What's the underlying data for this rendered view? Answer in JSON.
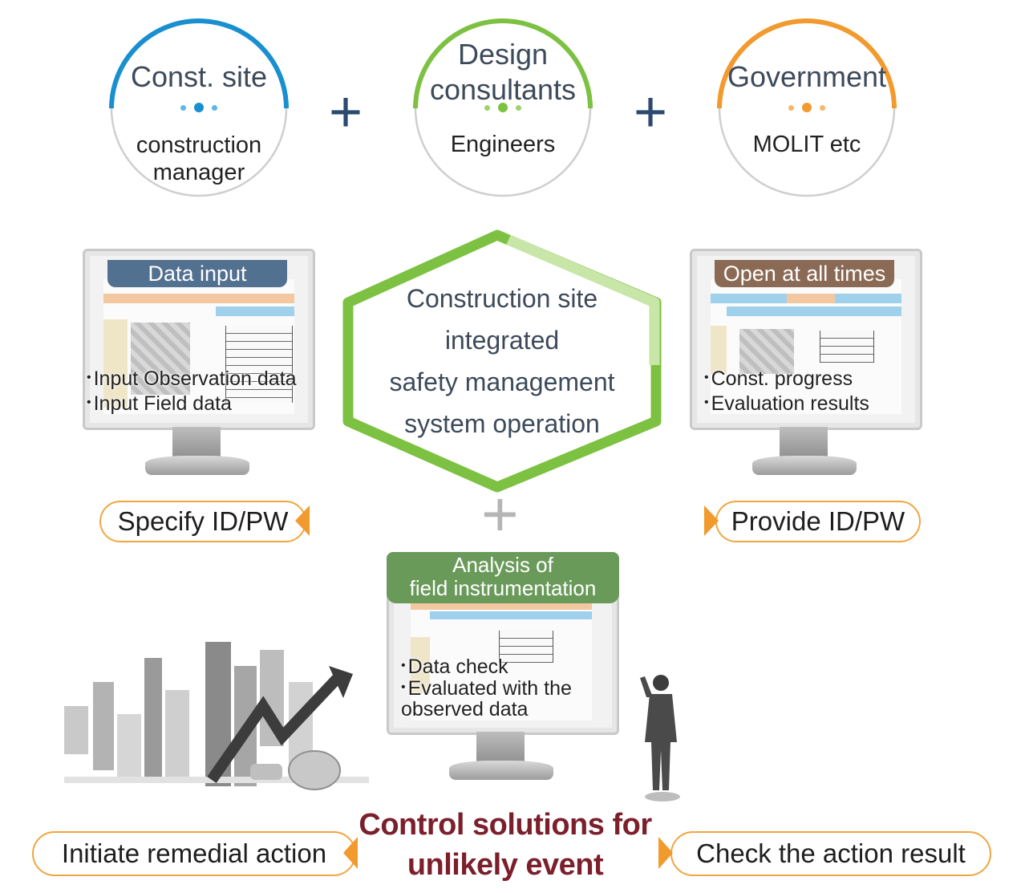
{
  "stakeholders": [
    {
      "title": "Const. site",
      "subtitle": "construction\nmanager",
      "color": "#1a8fd0"
    },
    {
      "title": "Design\nconsultants",
      "subtitle": "Engineers",
      "color": "#7dc142"
    },
    {
      "title": "Government",
      "subtitle": "MOLIT etc",
      "color": "#f29a2e"
    }
  ],
  "plus_symbol": "+",
  "center": {
    "text": "Construction site\nintegrated\nsafety management\nsystem operation",
    "color": "#7dc142"
  },
  "left_monitor": {
    "tag": "Data input",
    "tag_color": "#52708f",
    "bullets": [
      "Input Observation data",
      "Input Field data"
    ]
  },
  "right_monitor": {
    "tag": "Open at all times",
    "tag_color": "#8a6a55",
    "bullets": [
      "Const. progress",
      "Evaluation results"
    ]
  },
  "bottom_monitor": {
    "tag": "Analysis of\nfield instrumentation",
    "tag_color": "#6a9a5a",
    "bullets": [
      "Data check",
      "Evaluated with the\nobserved data"
    ]
  },
  "pills": {
    "specify": "Specify ID/PW",
    "provide": "Provide ID/PW",
    "initiate": "Initiate remedial action",
    "check": "Check the action result"
  },
  "control_text": "Control solutions for\nunlikely event",
  "colors": {
    "pill_border": "#f0a640",
    "arrow": "#f29a2e",
    "control": "#7a1f2b"
  }
}
